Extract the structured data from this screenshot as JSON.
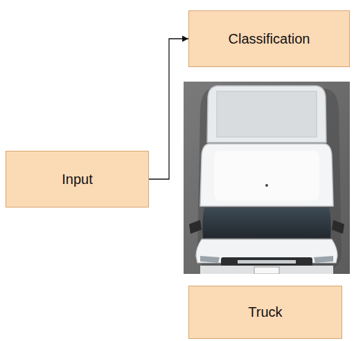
{
  "diagram": {
    "nodes": [
      {
        "text": [
          "Input"
        ]
      },
      {
        "text": [
          "Classification"
        ]
      },
      {
        "text": [
          "Truck"
        ]
      }
    ],
    "edges": [
      {
        "from": 0,
        "to": 1,
        "arrow": "to"
      }
    ]
  }
}
